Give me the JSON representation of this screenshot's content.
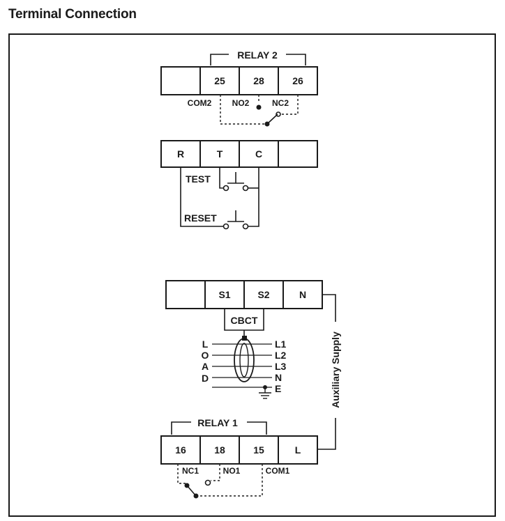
{
  "title": "Terminal Connection",
  "relay2": {
    "title": "RELAY 2",
    "terminals": [
      "",
      "25",
      "28",
      "26"
    ],
    "contacts": [
      "COM2",
      "NO2",
      "NC2"
    ]
  },
  "control": {
    "terminals": [
      "R",
      "T",
      "C",
      ""
    ],
    "buttons": [
      "TEST",
      "RESET"
    ]
  },
  "supply": {
    "terminals": [
      "",
      "S1",
      "S2",
      "N"
    ],
    "cbct": "CBCT",
    "load_letters": [
      "L",
      "O",
      "A",
      "D"
    ],
    "lines": [
      "L1",
      "L2",
      "L3",
      "N",
      "E"
    ],
    "aux_supply": "Auxiliary Supply"
  },
  "relay1": {
    "title": "RELAY 1",
    "terminals": [
      "16",
      "18",
      "15",
      "L"
    ],
    "contacts": [
      "NC1",
      "NO1",
      "COM1"
    ]
  },
  "colors": {
    "ink": "#1a1a1a",
    "background": "#ffffff"
  }
}
